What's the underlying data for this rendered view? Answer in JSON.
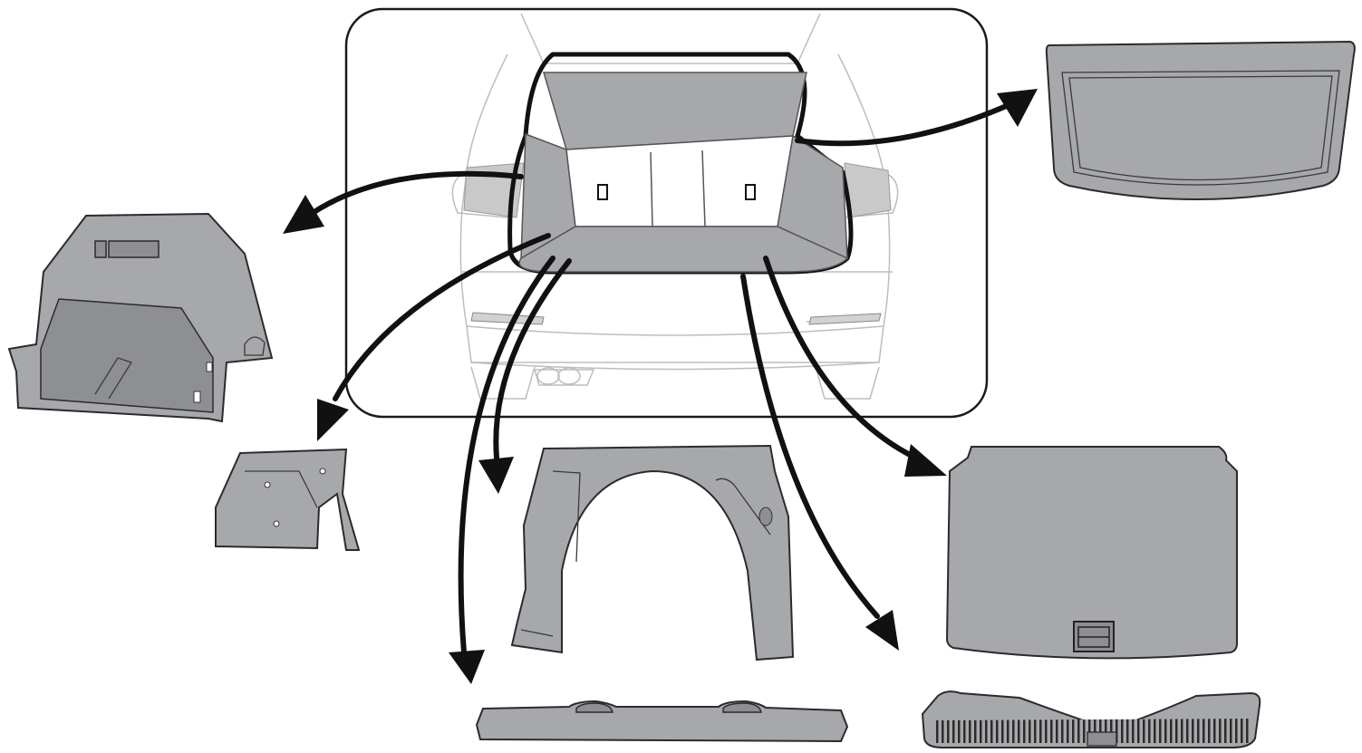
{
  "diagram": {
    "parts": [
      "parcel-shelf",
      "left-side-trim-panel",
      "floor-carpet-panel",
      "left-wheel-arch-trim",
      "spare-wheel-well-liner",
      "rear-sill-cover",
      "rear-bumper-scuff-plate"
    ],
    "colors": {
      "part_fill": "#a7a8ab",
      "part_outline": "#2b2b2b",
      "arrows": "#111111",
      "car_outline": "#bdbdbd",
      "highlight": "#111111"
    }
  }
}
